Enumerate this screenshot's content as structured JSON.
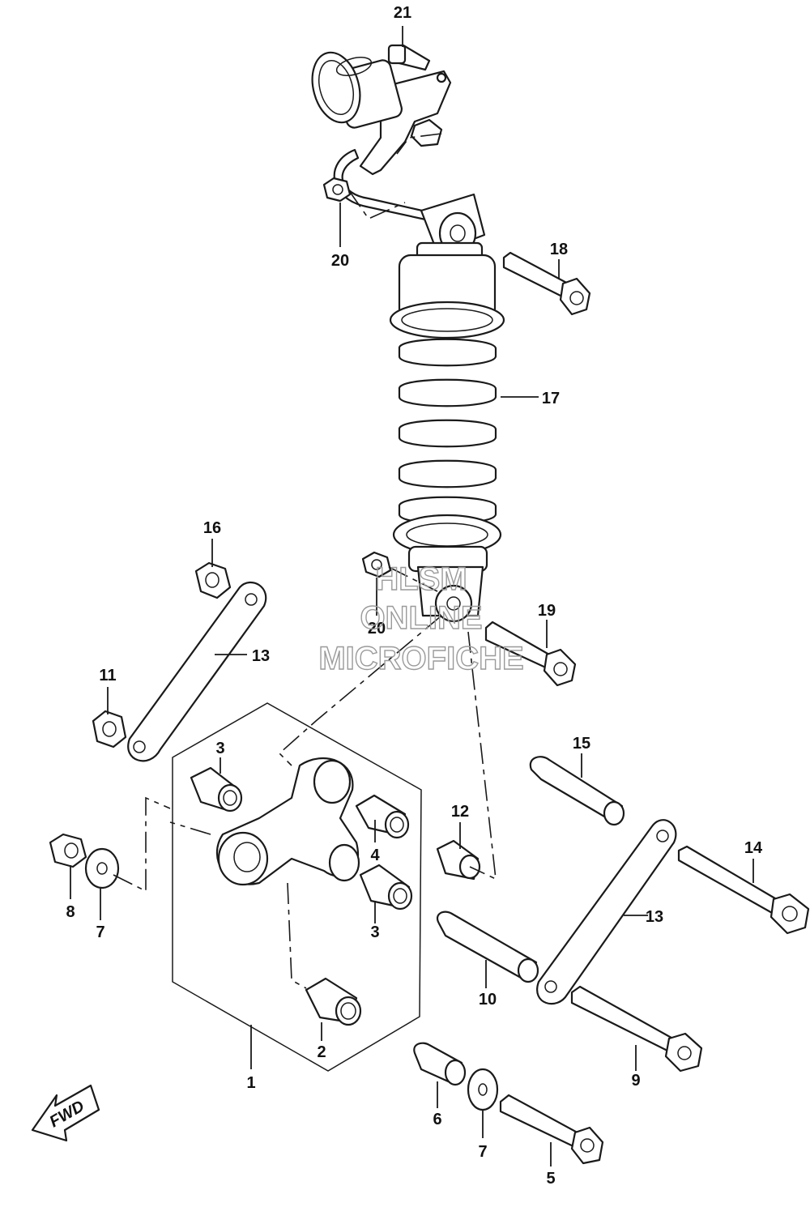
{
  "callouts": {
    "c1": "1",
    "c2": "2",
    "c3a": "3",
    "c3b": "3",
    "c4": "4",
    "c5": "5",
    "c6": "6",
    "c7a": "7",
    "c7b": "7",
    "c8": "8",
    "c9": "9",
    "c10": "10",
    "c11": "11",
    "c12": "12",
    "c13a": "13",
    "c13b": "13",
    "c14": "14",
    "c15": "15",
    "c16": "16",
    "c17": "17",
    "c18": "18",
    "c19": "19",
    "c20a": "20",
    "c20b": "20",
    "c21": "21"
  },
  "watermark": {
    "line1": "HLSM",
    "line2": "ONLINE",
    "line3": "MICROFICHE"
  },
  "direction_arrow": {
    "label": "FWD",
    "icon": "fwd-arrow-icon"
  },
  "colors": {
    "line": "#1a1a1a",
    "watermark": "#9a9a9a",
    "background": "#ffffff"
  }
}
